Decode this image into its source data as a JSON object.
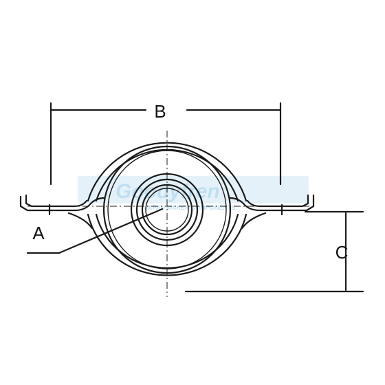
{
  "dimensions": {
    "a": "A",
    "b": "B",
    "c": "C"
  },
  "watermark": {
    "brand": "Goodyfren",
    "tagline": "JAPAN MAKER COMPONENTS"
  },
  "colors": {
    "ink": "#1a1a1a",
    "watermark": "#8ec6e6"
  }
}
